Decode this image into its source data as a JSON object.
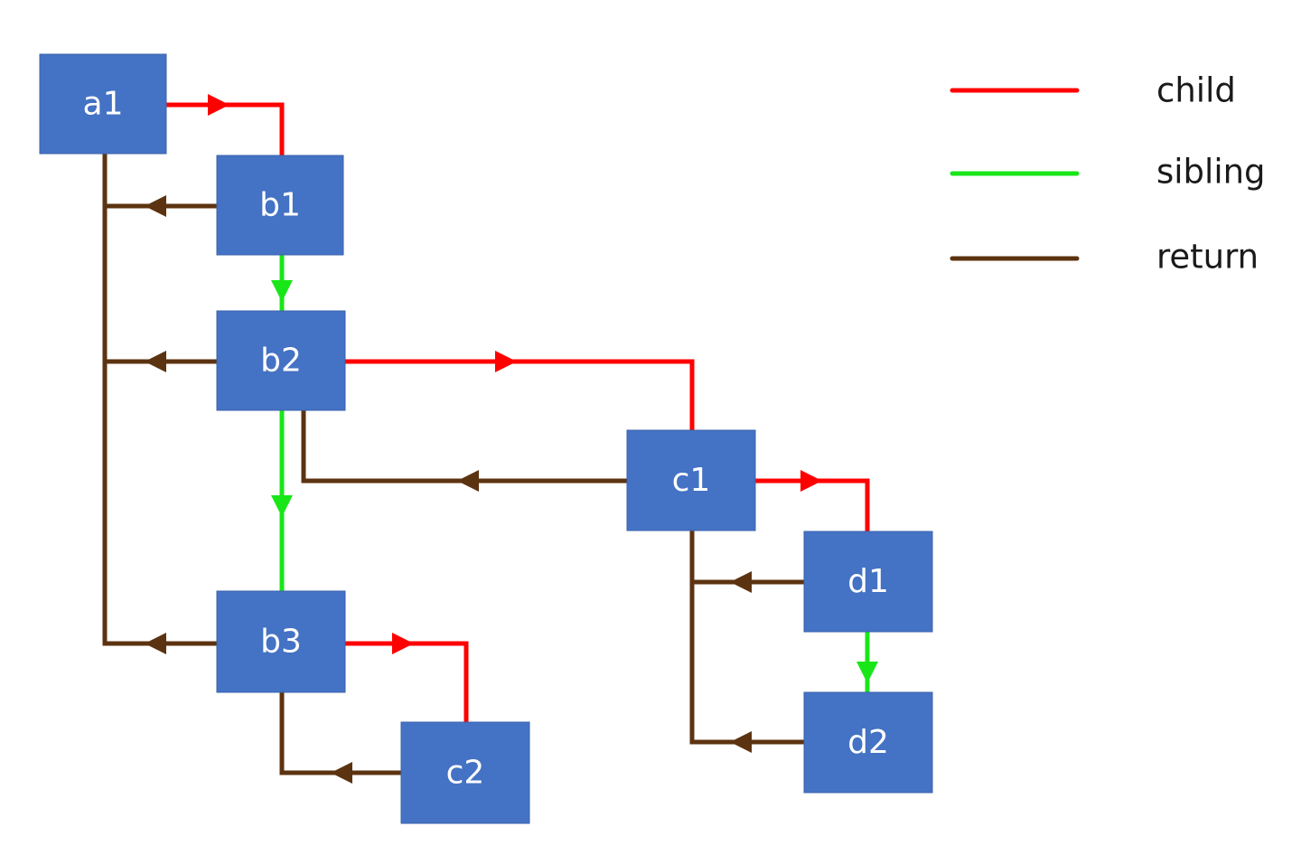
{
  "colors": {
    "node_fill": "#4472c4",
    "child": "#ff0000",
    "sibling": "#19e619",
    "return": "#5c3310"
  },
  "nodes": [
    {
      "id": "a1",
      "label": "a1"
    },
    {
      "id": "b1",
      "label": "b1"
    },
    {
      "id": "b2",
      "label": "b2"
    },
    {
      "id": "b3",
      "label": "b3"
    },
    {
      "id": "c1",
      "label": "c1"
    },
    {
      "id": "c2",
      "label": "c2"
    },
    {
      "id": "d1",
      "label": "d1"
    },
    {
      "id": "d2",
      "label": "d2"
    }
  ],
  "edges": [
    {
      "from": "a1",
      "to": "b1",
      "type": "child"
    },
    {
      "from": "b1",
      "to": "a1",
      "type": "return"
    },
    {
      "from": "b1",
      "to": "b2",
      "type": "sibling"
    },
    {
      "from": "b2",
      "to": "a1",
      "type": "return"
    },
    {
      "from": "b2",
      "to": "c1",
      "type": "child"
    },
    {
      "from": "b2",
      "to": "b3",
      "type": "sibling"
    },
    {
      "from": "c1",
      "to": "b2",
      "type": "return"
    },
    {
      "from": "c1",
      "to": "d1",
      "type": "child"
    },
    {
      "from": "d1",
      "to": "c1",
      "type": "return"
    },
    {
      "from": "d1",
      "to": "d2",
      "type": "sibling"
    },
    {
      "from": "d2",
      "to": "c1",
      "type": "return"
    },
    {
      "from": "b3",
      "to": "a1",
      "type": "return"
    },
    {
      "from": "b3",
      "to": "c2",
      "type": "child"
    },
    {
      "from": "c2",
      "to": "b3",
      "type": "return"
    }
  ],
  "legend": [
    {
      "type": "child",
      "label": "child"
    },
    {
      "type": "sibling",
      "label": "sibling"
    },
    {
      "type": "return",
      "label": "return"
    }
  ]
}
